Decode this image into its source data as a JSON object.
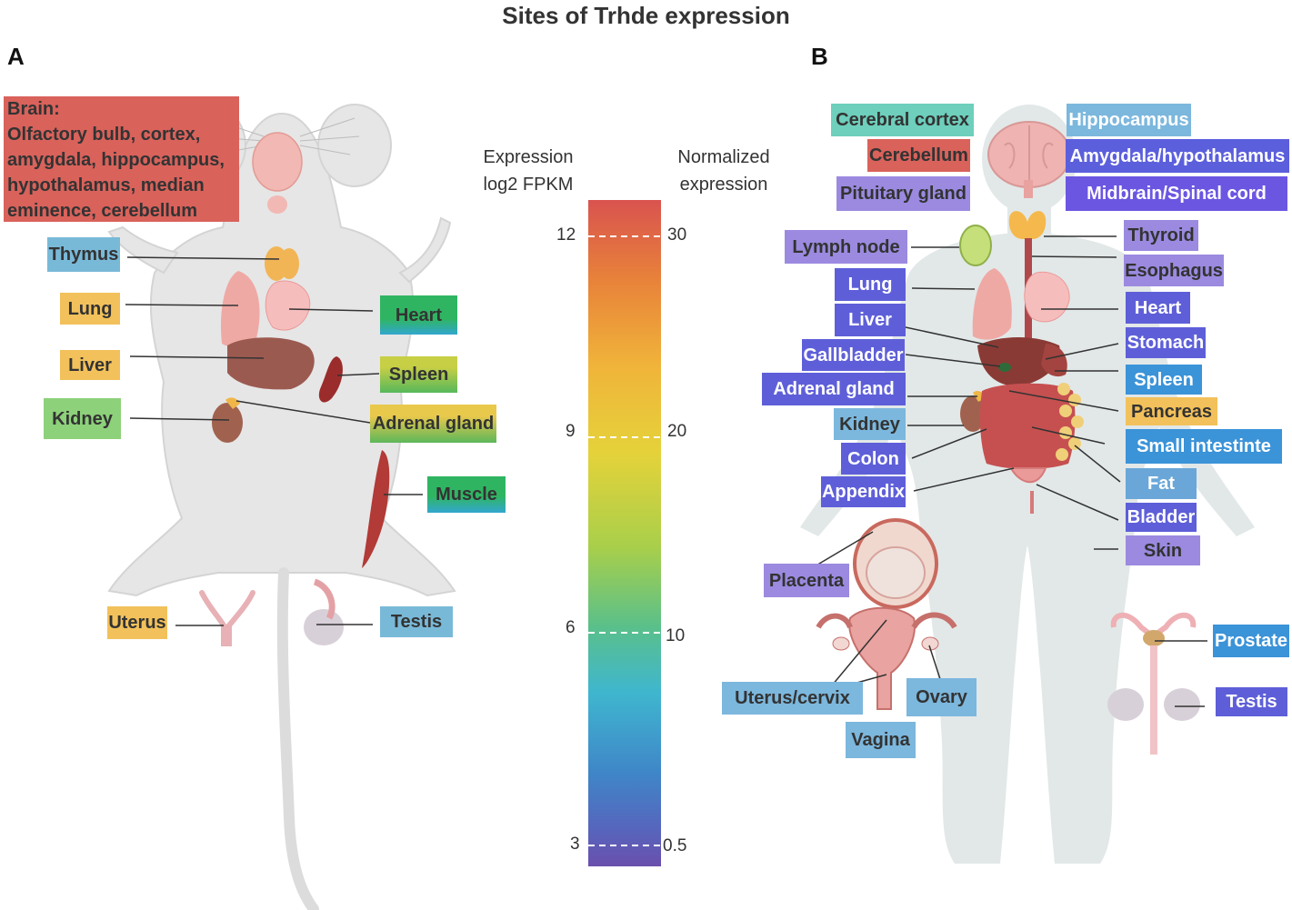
{
  "title": "Sites of Trhde expression",
  "panels": {
    "a": "A",
    "b": "B"
  },
  "mouse": {
    "brain_title": "Brain:",
    "brain_lines": [
      "Olfactory bulb, cortex,",
      "amygdala, hippocampus,",
      "hypothalamus, median",
      "eminence, cerebellum"
    ],
    "labels": [
      "Thymus",
      "Lung",
      "Liver",
      "Kidney",
      "Uterus",
      "Heart",
      "Spleen",
      "Adrenal gland",
      "Muscle",
      "Testis"
    ]
  },
  "human": {
    "labels": [
      "Cerebral cortex",
      "Cerebellum",
      "Pituitary gland",
      "Hippocampus",
      "Amygdala/hypothalamus",
      "Midbrain/Spinal cord",
      "Lymph node",
      "Lung",
      "Liver",
      "Gallbladder",
      "Adrenal gland",
      "Kidney",
      "Colon",
      "Appendix",
      "Thyroid",
      "Esophagus",
      "Heart",
      "Stomach",
      "Spleen",
      "Pancreas",
      "Small intestinte",
      "Fat",
      "Bladder",
      "Skin",
      "Placenta",
      "Uterus/cervix",
      "Ovary",
      "Vagina",
      "Prostate",
      "Testis"
    ]
  },
  "legend": {
    "left_title_1": "Expression",
    "left_title_2": "log2 FPKM",
    "right_title_1": "Normalized",
    "right_title_2": "expression",
    "left_ticks": [
      "12",
      "9",
      "6",
      "3"
    ],
    "right_ticks": [
      "30",
      "20",
      "10",
      "0.5"
    ],
    "gradient_colors": [
      "#d9534f",
      "#e8823a",
      "#f0b43a",
      "#e5d23a",
      "#a9cf4a",
      "#5ac08a",
      "#3fb6cf",
      "#3f86c8",
      "#5567bd",
      "#6a4fae"
    ]
  }
}
